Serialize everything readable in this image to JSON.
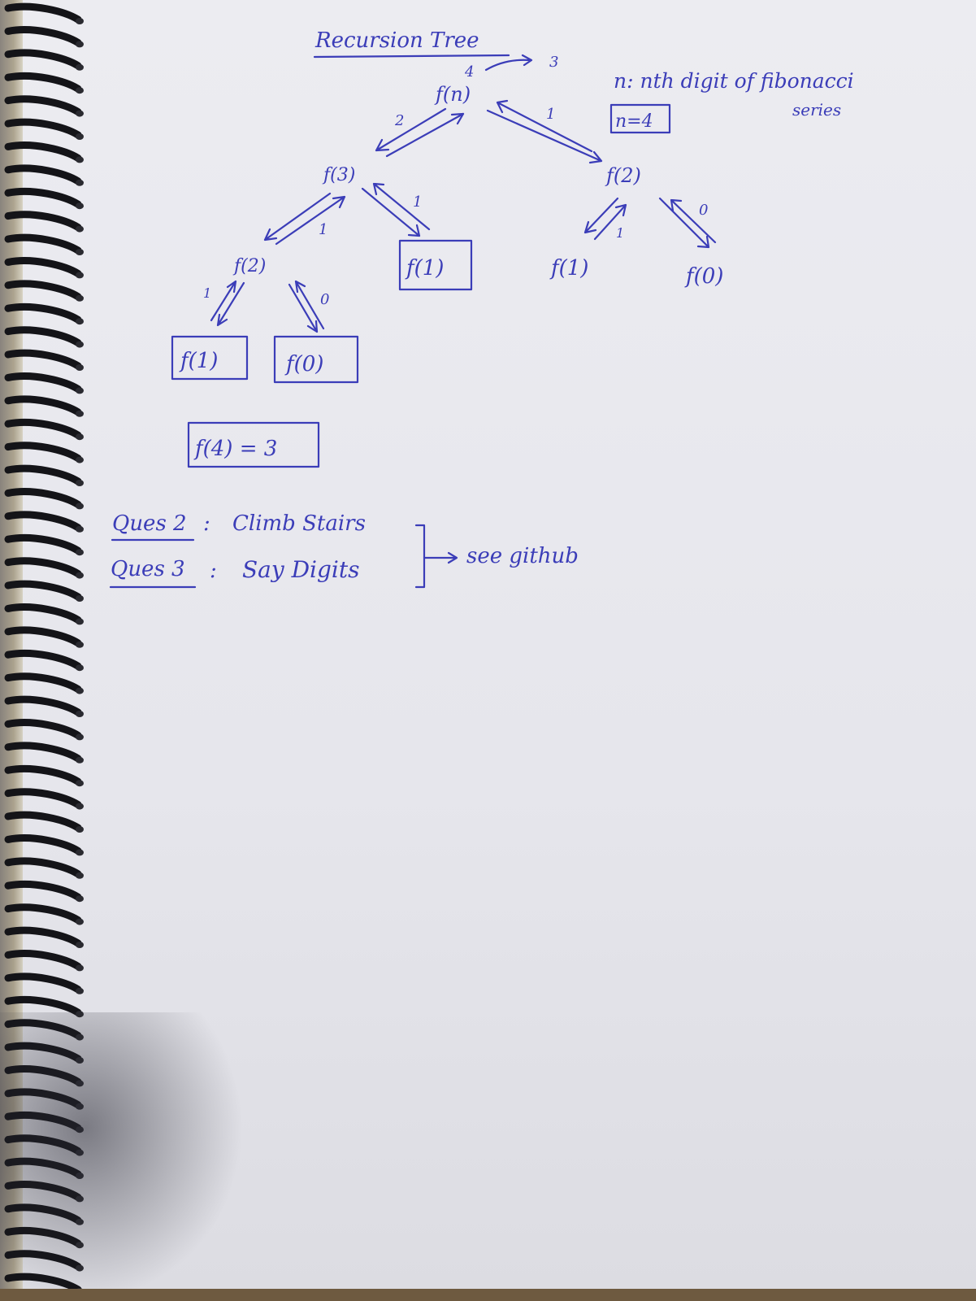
{
  "title": "Recursion Tree",
  "note": {
    "line1": "n: nth digit of fibonacci",
    "line2": "series",
    "n_value": "n=4"
  },
  "tree": {
    "root": {
      "label": "f(n)",
      "n_mark": "4",
      "return_mark": "3"
    },
    "edges": {
      "root_left": "2",
      "root_right": "1",
      "f3_left": "1",
      "f3_right": "1",
      "f2a_left": "1",
      "f2a_right": "0",
      "f2b_left": "1",
      "f2b_right": "0"
    },
    "nodes": {
      "f3": "f(3)",
      "f2_right": "f(2)",
      "f2_left": "f(2)",
      "f1_mid": "f(1)",
      "f1_right": "f(1)",
      "f0_right": "f(0)",
      "f1_leaf": "f(1)",
      "f0_leaf": "f(0)"
    }
  },
  "result": "f(4) = 3",
  "questions": [
    {
      "label": "Ques 2",
      "sep": ":",
      "text": "Climb Stairs"
    },
    {
      "label": "Ques 3",
      "sep": ":",
      "text": "Say Digits"
    }
  ],
  "see_note": "see github",
  "colors": {
    "ink": "#3b3db8",
    "paper": "#e9e9ee"
  }
}
